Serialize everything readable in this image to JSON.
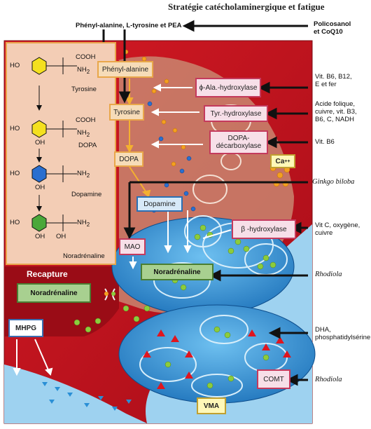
{
  "title": "Stratégie catécholaminergique et fatigue",
  "top_inputs": {
    "precursors": "Phényl-alanine, L-tyrosine et PEA",
    "policosanol": "Policosanol\net CoQ10"
  },
  "molecules": {
    "tyrosine": "Tyrosine",
    "dopa": "DOPA",
    "dopamine": "Dopamine",
    "noradrenaline": "Noradrénaline",
    "cooh": "COOH",
    "nh2": "NH",
    "oh": "OH",
    "ho": "HO"
  },
  "pathway": {
    "phenylalanine": "Phényl-alanine",
    "tyrosine": "Tyrosine",
    "dopa": "DOPA",
    "dopamine": "Dopamine",
    "mao": "MAO",
    "noradrenaline": "Noradrénaline",
    "recapture_label": "Recapture",
    "recapture_box": "Noradrénaline",
    "mhpg": "MHPG",
    "vma": "VMA",
    "comt": "COMT"
  },
  "enzymes": {
    "phe_hydroxylase": "ϕ-Ala.-hydroxylase",
    "tyr_hydroxylase": "Tyr.-hydroxylase",
    "dopa_decarboxylase": "DOPA-\ndécarboxylase",
    "ca": "Ca",
    "ca_sup": "++",
    "beta_hydroxylase": "β -hydroxylase"
  },
  "cofactors": {
    "vit_b6_b12": "Vit. B6, B12,\nE et fer",
    "folique": "Acide folique,\ncuivre, vit. B3,\nB6, C, NADH",
    "vit_b6": "Vit. B6",
    "ginkgo": "Ginkgo biloba",
    "vit_c": "Vit C, oxygène,\ncuivre",
    "rhodiola_1": "Rhodiola",
    "dha": "DHA,\nphosphatidylsérine",
    "rhodiola_2": "Rhodiola"
  },
  "colors": {
    "red": "#c8121e",
    "dark_red": "#8e0a12",
    "blue": "#2a8fd6",
    "light_blue": "#9ed2f0",
    "panel": "#f3cdb5"
  }
}
